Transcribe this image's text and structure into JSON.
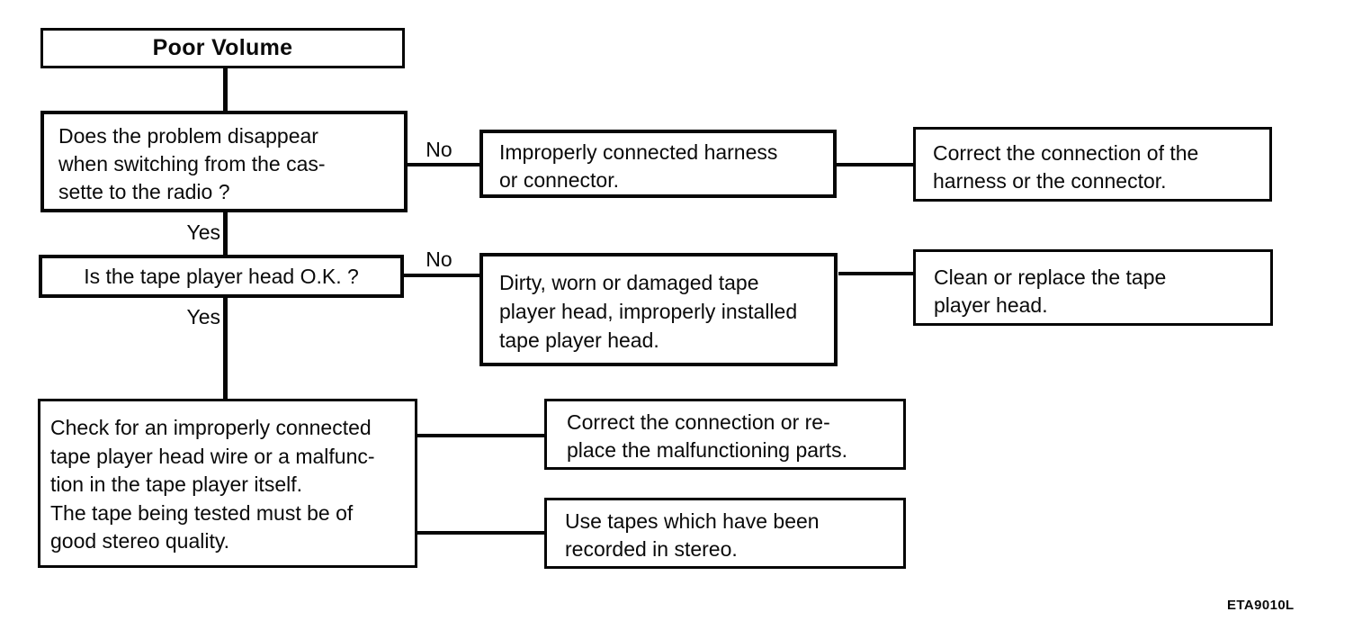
{
  "flowchart": {
    "title": "Poor Volume",
    "nodes": {
      "question_cassette_radio": "Does the problem disappear\nwhen switching from the cas-\nsette to the radio ?",
      "cause_harness": "Improperly connected harness\nor connector.",
      "action_correct_harness": "Correct the connection of the\nharness or the connector.",
      "question_tape_head": "Is the tape player head O.K. ?",
      "cause_tape_head": "Dirty, worn or damaged tape\nplayer head, improperly installed\ntape player head.",
      "action_clean_head": "Clean or replace the tape\nplayer head.",
      "check_wiring": "Check for an improperly connected\ntape player head wire or a malfunc-\ntion in the tape player itself.\nThe tape being tested must be of\ngood stereo quality.",
      "action_correct_parts": "Correct the connection or re-\nplace the malfunctioning parts.",
      "action_stereo_tapes": "Use tapes which have been\nrecorded in stereo."
    },
    "branch_labels": {
      "no_1": "No",
      "yes_1": "Yes",
      "no_2": "No",
      "yes_2": "Yes"
    },
    "figure_code": "ETA9010L",
    "colors": {
      "ink": "#0a0a0a",
      "background": "#ffffff"
    }
  }
}
